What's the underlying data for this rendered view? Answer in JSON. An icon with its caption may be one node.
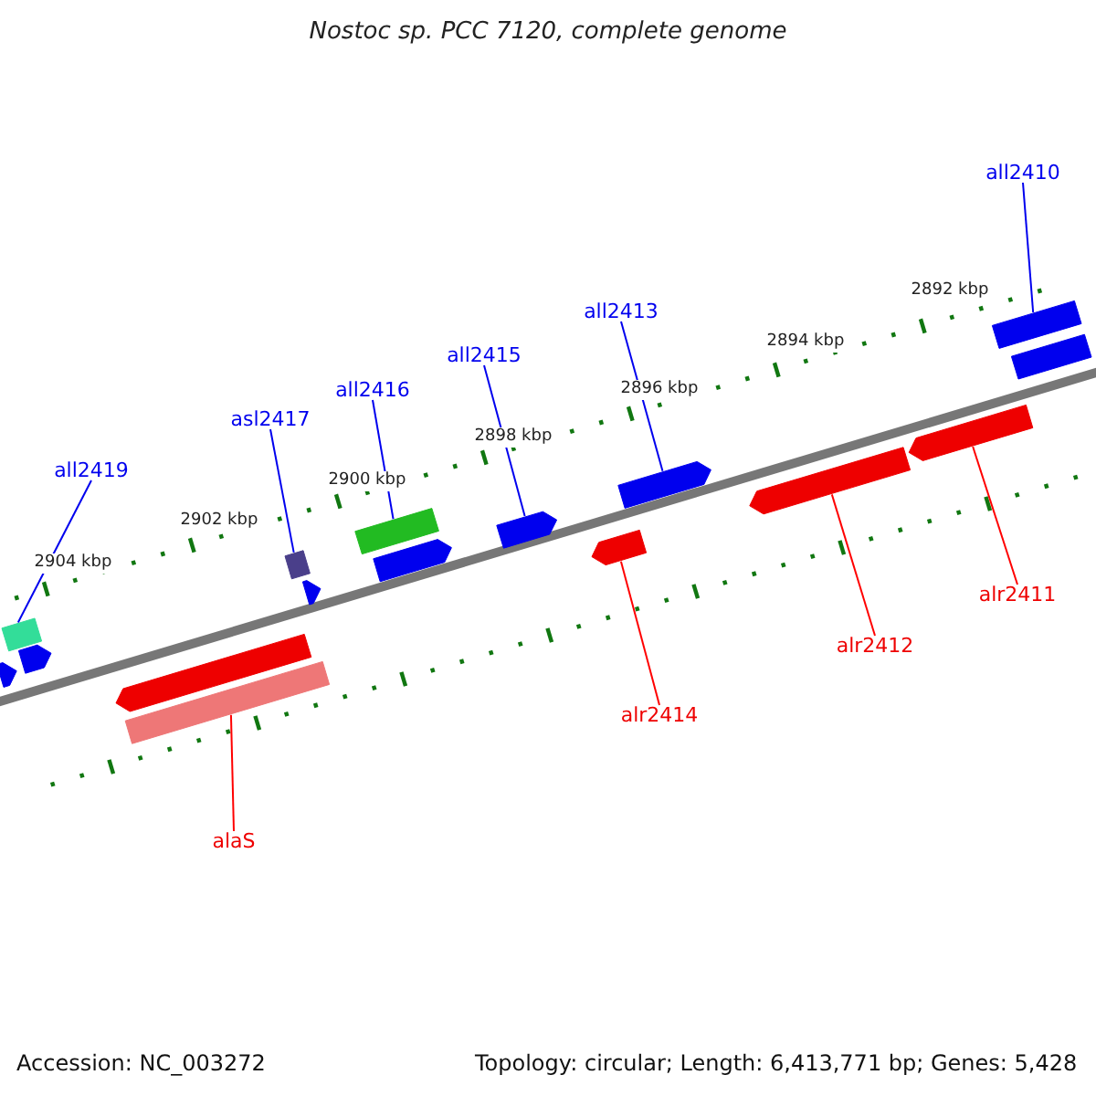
{
  "diagram": {
    "title": "Nostoc sp. PCC 7120, complete genome",
    "nodes": [
      {
        "text": [
          "all2410"
        ]
      },
      {
        "text": [
          "all2413"
        ]
      },
      {
        "text": [
          "all2415"
        ]
      },
      {
        "text": [
          "all2416"
        ]
      },
      {
        "text": [
          "asl2417"
        ]
      },
      {
        "text": [
          "all2419"
        ]
      },
      {
        "text": [
          "alaS"
        ]
      },
      {
        "text": [
          "alr2414"
        ]
      },
      {
        "text": [
          "alr2412"
        ]
      },
      {
        "text": [
          "alr2411"
        ]
      },
      {
        "text": [],
        "shape": "bar"
      },
      {
        "text": [],
        "shape": "arrow"
      },
      {
        "text": [],
        "shape": "arrow"
      },
      {
        "text": [],
        "shape": "arrow"
      },
      {
        "text": [],
        "shape": "bar"
      },
      {
        "text": [],
        "shape": "bar"
      },
      {
        "text": [],
        "shape": "arrow"
      },
      {
        "text": [],
        "shape": "bar"
      },
      {
        "text": [],
        "shape": "arrow"
      },
      {
        "text": [],
        "shape": "arrow"
      },
      {
        "text": [],
        "shape": "arrow"
      },
      {
        "text": [],
        "shape": "arrow"
      },
      {
        "text": [],
        "shape": "arrow"
      },
      {
        "text": [],
        "shape": "arrow"
      },
      {
        "text": [],
        "shape": "bar"
      },
      {
        "text": [],
        "shape": "bar"
      }
    ],
    "edges": [
      {
        "from": 0,
        "to": 24,
        "arrow": "none"
      },
      {
        "from": 1,
        "to": 21,
        "arrow": "none"
      },
      {
        "from": 2,
        "to": 19,
        "arrow": "none"
      },
      {
        "from": 3,
        "to": 17,
        "arrow": "none"
      },
      {
        "from": 4,
        "to": 15,
        "arrow": "none"
      },
      {
        "from": 5,
        "to": 10,
        "arrow": "none"
      },
      {
        "from": 6,
        "to": 14,
        "arrow": "none",
        "color": "#ff0000"
      },
      {
        "from": 7,
        "to": 20,
        "arrow": "none",
        "color": "#ff0000"
      },
      {
        "from": 8,
        "to": 22,
        "arrow": "none",
        "color": "#ff0000"
      },
      {
        "from": 9,
        "to": 23,
        "arrow": "none",
        "color": "#ff0000"
      }
    ],
    "labels": [
      "2892 kbp",
      "2894 kbp",
      "2896 kbp",
      "2898 kbp",
      "2900 kbp",
      "2902 kbp",
      "2904 kbp",
      "Accession: NC_003272",
      "Topology: circular; Length: 6,413,771 bp; Genes: 5,428"
    ]
  }
}
